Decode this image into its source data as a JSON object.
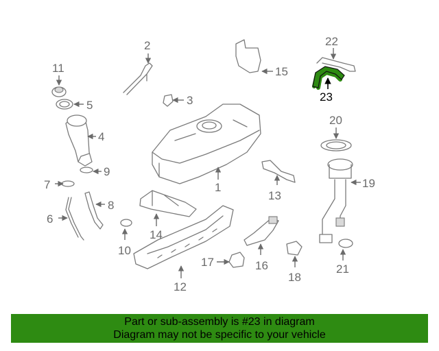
{
  "diagram": {
    "highlighted_part": "23",
    "callouts": {
      "c1": "1",
      "c2": "2",
      "c3": "3",
      "c4": "4",
      "c5": "5",
      "c6": "6",
      "c7": "7",
      "c8": "8",
      "c9": "9",
      "c10": "10",
      "c11": "11",
      "c12": "12",
      "c13": "13",
      "c14": "14",
      "c15": "15",
      "c16": "16",
      "c17": "17",
      "c18": "18",
      "c19": "19",
      "c20": "20",
      "c21": "21",
      "c22": "22",
      "c23": "23"
    },
    "colors": {
      "highlight": "#2e8b12",
      "line": "#7a7a7a",
      "footer": "#2e8b12"
    }
  },
  "footer": {
    "line1": "Part or sub-assembly is #23 in diagram",
    "line2": "Diagram may not be specific to your vehicle"
  }
}
